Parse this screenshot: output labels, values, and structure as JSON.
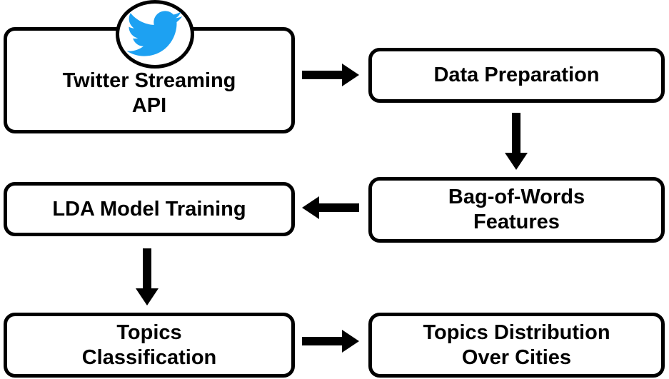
{
  "nodes": {
    "twitter_api": {
      "line1": "Twitter Streaming",
      "line2": "API"
    },
    "data_preparation": {
      "line1": "Data Preparation"
    },
    "bag_of_words": {
      "line1": "Bag-of-Words",
      "line2": "Features"
    },
    "lda_training": {
      "line1": "LDA Model Training"
    },
    "topics_classification": {
      "line1": "Topics",
      "line2": "Classification"
    },
    "topics_distribution": {
      "line1": "Topics Distribution",
      "line2": "Over Cities"
    }
  },
  "icons": {
    "logo": "twitter-bird-icon"
  },
  "colors": {
    "twitter_blue": "#1DA1F2",
    "stroke": "#000000",
    "background": "#ffffff"
  }
}
